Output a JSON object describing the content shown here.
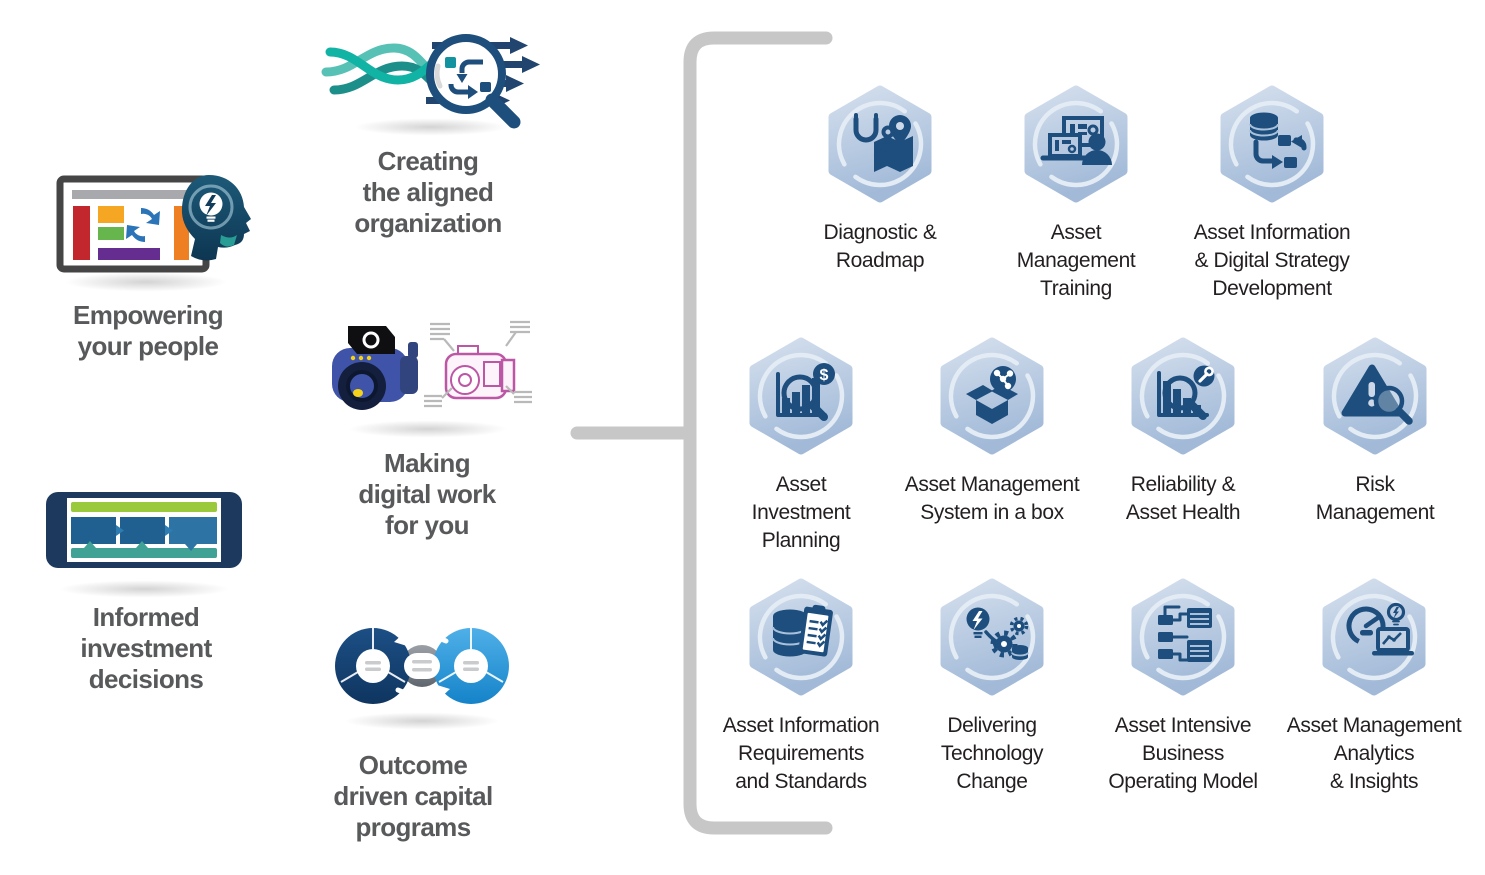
{
  "left_column": {
    "items": [
      {
        "icon": "presentation-board-head-icon",
        "label": "Empowering\nyour people"
      },
      {
        "icon": "investment-tablet-icon",
        "label": "Informed\ninvestment\ndecisions"
      }
    ]
  },
  "middle_column": {
    "items": [
      {
        "icon": "alignment-magnifier-arrows-icon",
        "label": "Creating\nthe aligned\norganization"
      },
      {
        "icon": "digital-twin-pumps-icon",
        "label": "Making\ndigital work\nfor you"
      },
      {
        "icon": "outcome-loops-icon",
        "label": "Outcome\ndriven capital\nprograms"
      }
    ]
  },
  "services": {
    "rows": [
      {
        "items": [
          {
            "icon": "stethoscope-map-icon",
            "label": "Diagnostic &\nRoadmap"
          },
          {
            "icon": "training-screens-person-icon",
            "label": "Asset\nManagement\nTraining"
          },
          {
            "icon": "database-flowchart-icon",
            "label": "Asset Information\n& Digital Strategy\nDevelopment"
          }
        ]
      },
      {
        "items": [
          {
            "icon": "chart-magnifier-dollar-icon",
            "label": "Asset\nInvestment\nPlanning"
          },
          {
            "icon": "box-network-icon",
            "label": "Asset Management\nSystem in a box"
          },
          {
            "icon": "chart-magnifier-wrench-icon",
            "label": "Reliability &\nAsset Health"
          },
          {
            "icon": "warning-magnifier-icon",
            "label": "Risk\nManagement"
          }
        ]
      },
      {
        "items": [
          {
            "icon": "database-checklist-icon",
            "label": "Asset Information\nRequirements\nand Standards"
          },
          {
            "icon": "bulb-gears-icon",
            "label": "Delivering\nTechnology\nChange"
          },
          {
            "icon": "circuit-connector-icon",
            "label": "Asset Intensive\nBusiness\nOperating Model"
          },
          {
            "icon": "gauge-laptop-insight-icon",
            "label": "Asset Management\nAnalytics\n& Insights"
          }
        ]
      }
    ]
  },
  "colors": {
    "hexagon_top": "#d4dfed",
    "hexagon_bottom": "#a2bad8",
    "icon_navy": "#1d4e7d",
    "bracket_gray": "#c7c7c7",
    "column_label_gray": "#58595b",
    "hex_label_black": "#231f20",
    "teal": "#12b2a3",
    "bright_blue": "#2d9fe0",
    "pump_blue": "#3f54a8",
    "twin_magenta": "#bc57a5",
    "board_red": "#c1272d",
    "board_orange": "#f5a623",
    "board_green": "#66b64d",
    "board_purple": "#662d91",
    "tablet_green": "#9aca3c",
    "tablet_teal": "#3fa294"
  }
}
